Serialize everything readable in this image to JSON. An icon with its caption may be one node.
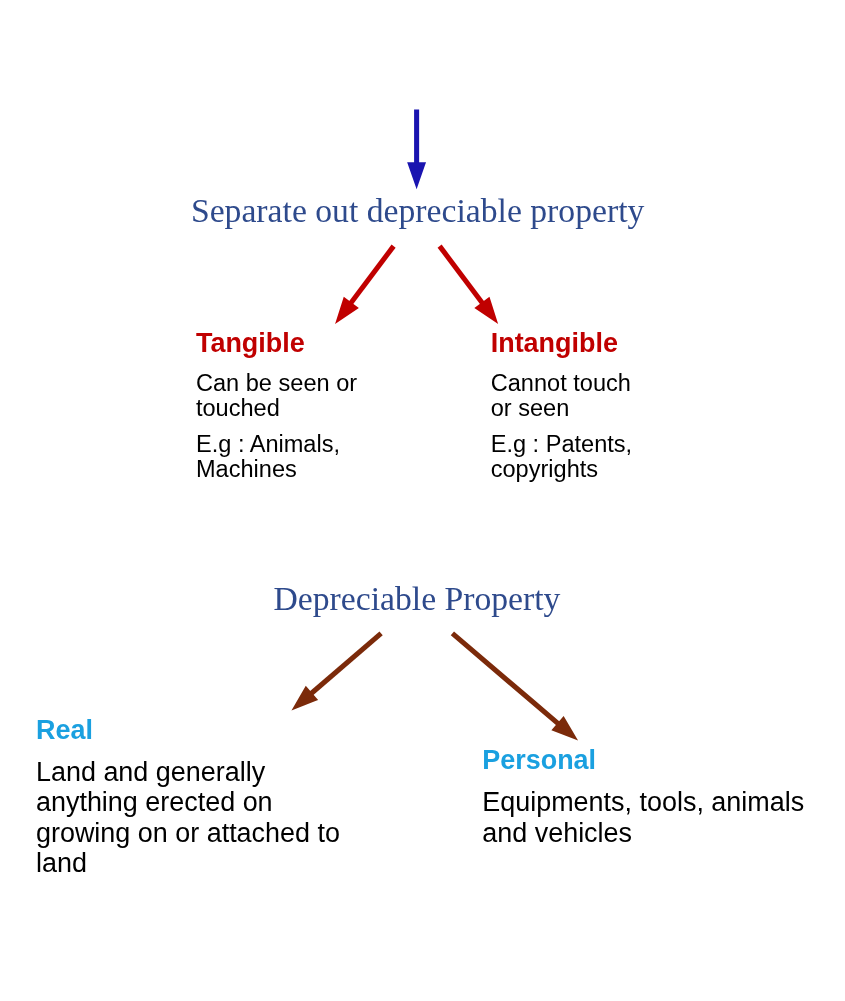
{
  "diagram": {
    "nodes": [
      {
        "text": [
          "Separate out depreciable property"
        ]
      },
      {
        "text": [
          "Tangible",
          "Can be seen or touched",
          "E.g : Animals, Machines"
        ]
      },
      {
        "text": [
          "Intangible",
          "Cannot touch or seen",
          "E.g : Patents, copyrights"
        ]
      },
      {
        "text": [
          "Depreciable Property"
        ]
      },
      {
        "text": [
          "Real",
          "Land and generally anything erected on growing on or attached to land"
        ]
      },
      {
        "text": [
          "Personal",
          "Equipments, tools, animals and vehicles"
        ]
      }
    ],
    "edges": [
      {
        "from": null,
        "to": 0,
        "arrow": "to",
        "color": "#1a14b0"
      },
      {
        "from": 0,
        "to": 1,
        "arrow": "to",
        "color": "#c00000"
      },
      {
        "from": 0,
        "to": 2,
        "arrow": "to",
        "color": "#c00000"
      },
      {
        "from": 3,
        "to": 4,
        "arrow": "to",
        "color": "#7b2a0a"
      },
      {
        "from": 3,
        "to": 5,
        "arrow": "to",
        "color": "#7b2a0a"
      }
    ]
  }
}
